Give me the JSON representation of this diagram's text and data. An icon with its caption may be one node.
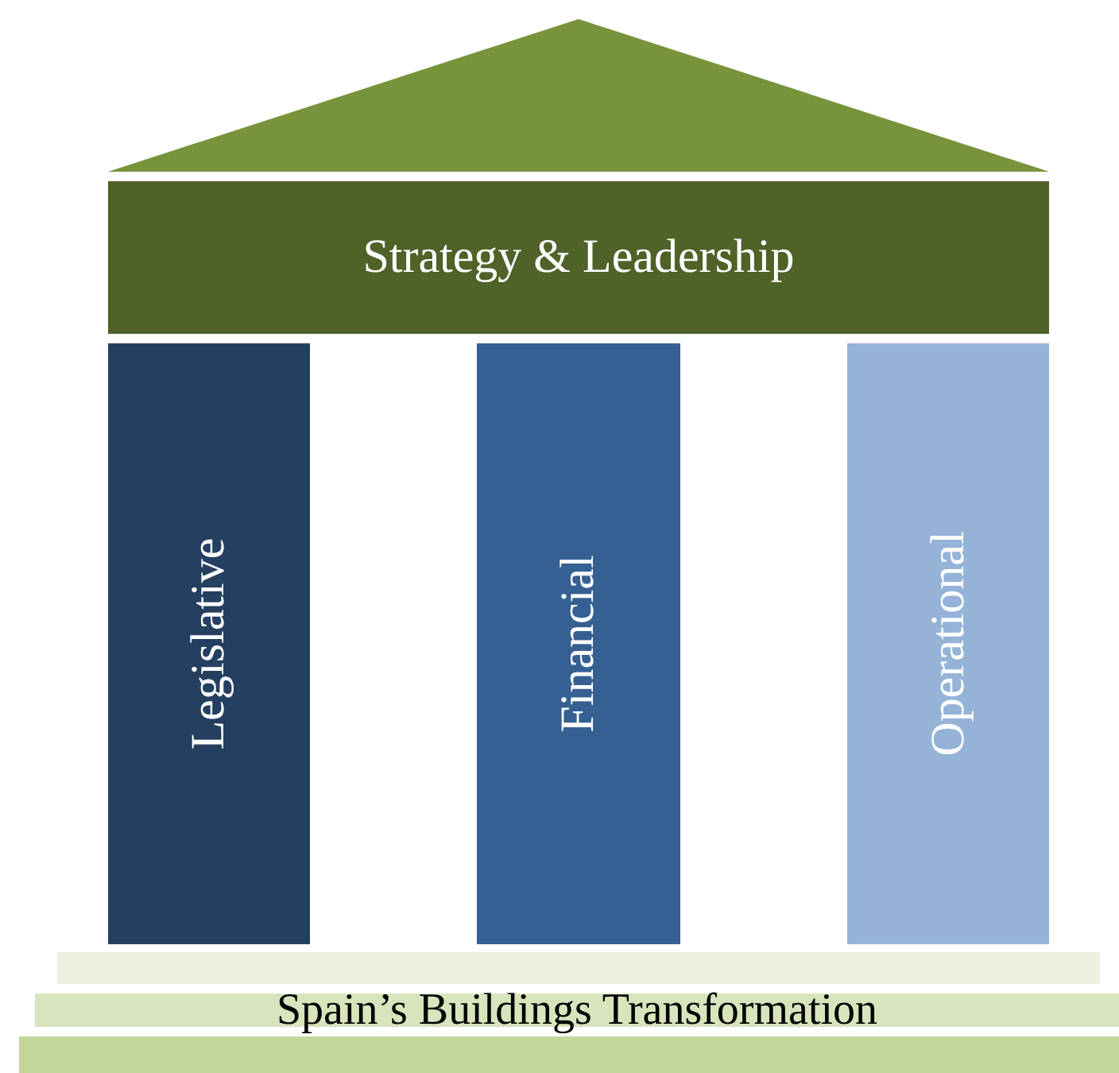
{
  "diagram": {
    "nodes": [
      {
        "text": [],
        "shape": "triangle"
      },
      {
        "text": [
          "Strategy & Leadership"
        ]
      },
      {
        "text": [
          "Legislative"
        ]
      },
      {
        "text": [
          "Financial"
        ]
      },
      {
        "text": [
          "Operational"
        ]
      },
      {
        "text": [],
        "shape": "bar"
      },
      {
        "text": [
          "Spain’s Buildings Transformation"
        ]
      },
      {
        "text": [],
        "shape": "bar"
      }
    ]
  }
}
